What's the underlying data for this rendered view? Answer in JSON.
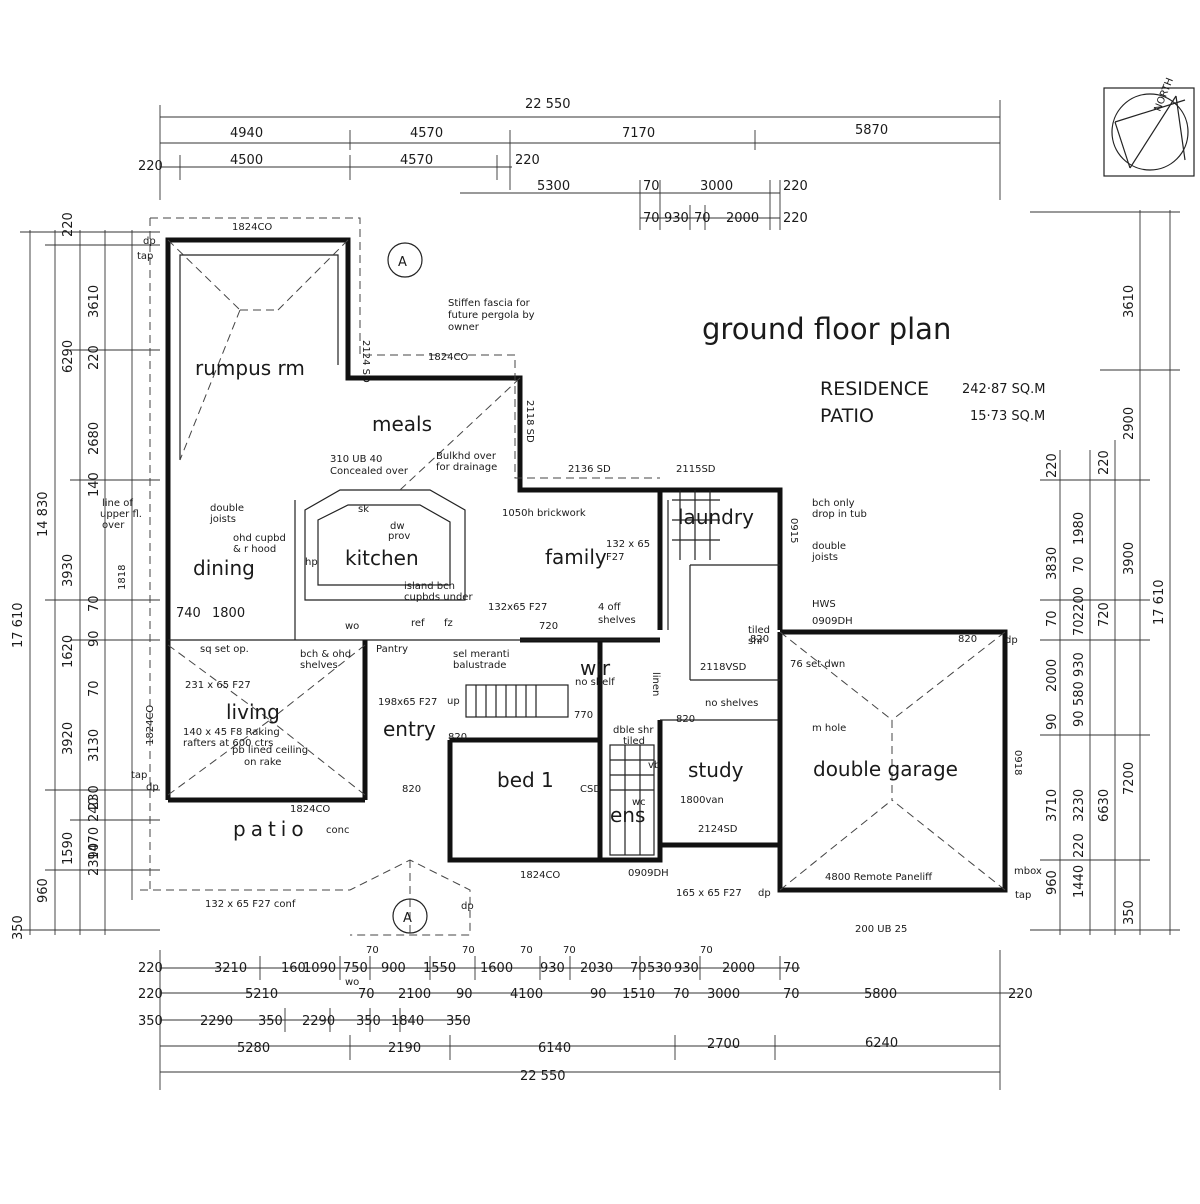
{
  "title": "ground floor plan",
  "areas": {
    "residence_label": "RESIDENCE",
    "residence_value": "242·87 SQ.M",
    "patio_label": "PATIO",
    "patio_value": "15·73 SQ.M"
  },
  "north": "NORTH",
  "section_marker": "A",
  "rooms": {
    "rumpus": "rumpus rm",
    "meals": "meals",
    "kitchen": "kitchen",
    "family": "family",
    "dining": "dining",
    "laundry": "laundry",
    "living": "living",
    "entry": "entry",
    "wir": "wir",
    "bed1": "bed 1",
    "study": "study",
    "garage": "double garage",
    "ens": "ens",
    "patio": "patio",
    "patio_conc": "conc",
    "pantry": "Pantry"
  },
  "notes": {
    "fascia1": "Stiffen fascia for",
    "fascia2": "future pergola by",
    "fascia3": "owner",
    "ub310_1": "310 UB 40",
    "ub310_2": "Concealed over",
    "bulkhd1": "Bulkhd over",
    "bulkhd2": "for drainage",
    "brickwork": "1050h brickwork",
    "family_beam1": "132 x 65",
    "family_beam2": "F27",
    "bch1": "bch only",
    "bch2": "drop in tub",
    "dj_laundry1": "double",
    "dj_laundry2": "joists",
    "upper1": "line of",
    "upper2": "upper fl.",
    "upper3": "over",
    "dj_dining1": "double",
    "dj_dining2": "joists",
    "ohd1": "ohd cupbd",
    "ohd2": "& r hood",
    "island1": "island bch",
    "island2": "cupbds under",
    "beam_stair": "132x65 F27",
    "shelves1": "4 off",
    "shelves2": "shelves",
    "hws": "HWS",
    "dh0909": "0909DH",
    "sq_set": "sq set op.",
    "bch_ohd1": "bch & ohd",
    "bch_ohd2": "shelves",
    "balus1": "sel meranti",
    "balus2": "balustrade",
    "no_shelf": "no shelf",
    "set_down": "76 set dwn",
    "beam_living": "231 x 65 F27",
    "rafters1": "140 x 45 F8 Raking",
    "rafters2": "rafters at 600 ctrs",
    "rafters3": "pb lined ceiling",
    "rafters4": "on rake",
    "beam_entry": "198x65 F27",
    "up": "up",
    "shr1": "dble shr",
    "shr2": "tiled",
    "no_shelves": "no shelves",
    "mhole": "m hole",
    "van": "1800van",
    "sd2124_study": "2124SD",
    "paneliff": "4800 Remote Paneliff",
    "ub200": "200 UB 25",
    "beam_garage": "165 x 65 F27",
    "beam_patio": "132 x 65 F27 conf",
    "co1824": "1824CO",
    "sd2124": "2124 SD",
    "sd2118": "2118 SD",
    "sd2136": "2136 SD",
    "sd2115": "2115SD",
    "sd2118v": "2118VSD",
    "dh0909b": "0909DH",
    "dw1": "dw",
    "dw2": "prov",
    "sk": "sk",
    "hp": "hp",
    "ref": "ref",
    "fz": "fz",
    "wo": "wo",
    "linen": "linen",
    "dp": "dp",
    "tap": "tap",
    "d820": "820",
    "d720": "720",
    "d770": "770",
    "csd": "CSD",
    "vb": "vb",
    "wc": "wc",
    "tiled": "tiled",
    "shr": "shr",
    "mbox": "mbox",
    "c0918": "0918",
    "c0915": "0915"
  },
  "dims_top": {
    "overall": "22 550",
    "r1": [
      "4940",
      "4570",
      "7170",
      "5870"
    ],
    "r2": [
      "220",
      "4500",
      "4570",
      "220"
    ],
    "r3": [
      "5300",
      "70",
      "3000",
      "220"
    ],
    "r4": [
      "70",
      "930",
      "70",
      "2000",
      "220"
    ]
  },
  "dims_bottom": {
    "r1": [
      "220",
      "3210",
      "160",
      "1090",
      "750",
      "900",
      "1550",
      "1600",
      "930",
      "2030",
      "70",
      "530",
      "930",
      "2000",
      "70"
    ],
    "r1_small": [
      "70",
      "70",
      "70",
      "70",
      "70"
    ],
    "r2": [
      "220",
      "5210",
      "70",
      "2100",
      "90",
      "4100",
      "90",
      "1510",
      "70",
      "3000",
      "70",
      "5800",
      "220"
    ],
    "r2_small": [
      "wo"
    ],
    "r3": [
      "350",
      "2290",
      "350",
      "2290",
      "350",
      "1840",
      "350"
    ],
    "r4": [
      "5280",
      "2190",
      "6140",
      "2700",
      "6240"
    ],
    "overall": "22 550"
  },
  "dims_left": {
    "outer": "17 610",
    "mid": "14 830",
    "a": [
      "220",
      "6290",
      "3930",
      "1620",
      "3920",
      "1590",
      "960",
      "350"
    ],
    "b": [
      "3610",
      "220",
      "2680",
      "140",
      "1818",
      "70",
      "90",
      "70",
      "3130",
      "230",
      "1470",
      "240",
      "2390"
    ],
    "c": [
      "1824CO",
      "2124 SD",
      "740",
      "1800"
    ]
  },
  "dims_right": {
    "outer": "17 610",
    "a": [
      "3610",
      "2900",
      "3900",
      "7200"
    ],
    "b": [
      "220",
      "1980",
      "70",
      "2200",
      "70",
      "930",
      "2000",
      "90",
      "3710",
      "3230",
      "6630"
    ],
    "c": [
      "220",
      "3830",
      "70",
      "580",
      "90",
      "720",
      "1440",
      "220",
      "960",
      "350"
    ]
  }
}
